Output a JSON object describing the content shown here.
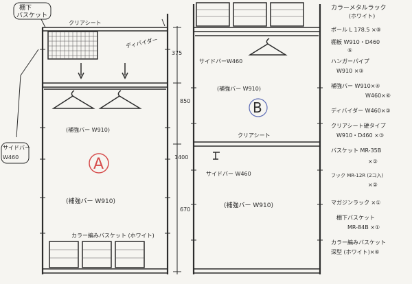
{
  "diagram": {
    "left_unit": {
      "label_shelf_basket": "棚下\nバスケット",
      "label_clear_sheet": "クリアシート",
      "label_divider": "ディバイダー",
      "label_bar_top": "(補強バー W910)",
      "label_side_bar": "サイドバー\nW460",
      "label_bar_bottom": "(補強バー W910)",
      "label_baskets": "カラー編みバスケット (ホワイト)",
      "unit_letter": "A"
    },
    "dimensions": {
      "d1": "375",
      "d2": "850",
      "d3": "1400",
      "d4": "670"
    },
    "right_unit": {
      "label_side_bar_top": "サイドバーW460",
      "label_bar_top": "(補強バー W910)",
      "unit_letter": "B",
      "label_clear_sheet": "クリアシート",
      "label_side_bar_mid": "サイドバー W460",
      "label_bar_bottom": "(補強バー W910)"
    },
    "parts_list": {
      "title": "カラーメタルラック",
      "subtitle": "(ホワイト)",
      "items": [
        "ポール L 178.5 ×⑧",
        "棚板 W910・D460",
        "⑥",
        "ハンガーパイプ",
        "W910 ×③",
        "補強バー W910×④",
        "W460×⑥",
        "ディバイダー W460×③",
        "クリアシート硬タイプ",
        "W910・D460 ×③",
        "バスケット MR-35B",
        "×②",
        "フック MR-12R (2コ入)",
        "×②",
        "マガジンラック ×①",
        "棚下バスケット",
        "MR-84B ×①",
        "カラー編みバスケット",
        "深型 (ホワイト)×⑥"
      ]
    }
  }
}
